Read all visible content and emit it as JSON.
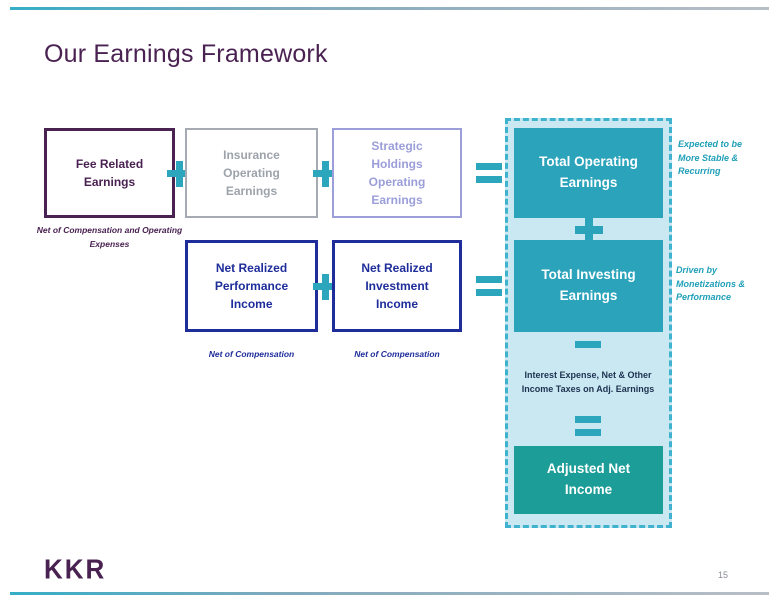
{
  "slide": {
    "title": "Our Earnings Framework",
    "logo_text": "KKR",
    "page_number": "15"
  },
  "colors": {
    "brand_purple": "#4A2252",
    "brand_teal": "#2BA6BD",
    "teal_green": "#1C9D98",
    "navy_blue": "#1E2D9A",
    "gray": "#9DA3AB",
    "lavender": "#9B9ED9",
    "panel_background": "#C9E8F2"
  },
  "operators": {
    "plus": "+",
    "minus": "−",
    "equals": "="
  },
  "row1": {
    "boxes": [
      {
        "label": "Fee Related Earnings"
      },
      {
        "label": "Insurance Operating Earnings"
      },
      {
        "label": "Strategic Holdings Operating Earnings"
      }
    ],
    "caption": "Net of Compensation and Operating Expenses",
    "result_label": "Total Operating Earnings",
    "annotation": "Expected to be More Stable & Recurring"
  },
  "row2": {
    "boxes": [
      {
        "label": "Net Realized Performance Income"
      },
      {
        "label": "Net Realized Investment Income"
      }
    ],
    "captions": [
      "Net of Compensation",
      "Net of Compensation"
    ],
    "result_label": "Total Investing Earnings",
    "annotation": "Driven by Monetizations & Performance"
  },
  "panel": {
    "deduction_note": "Interest Expense, Net & Other Income Taxes on Adj. Earnings",
    "final_label": "Adjusted Net Income"
  }
}
